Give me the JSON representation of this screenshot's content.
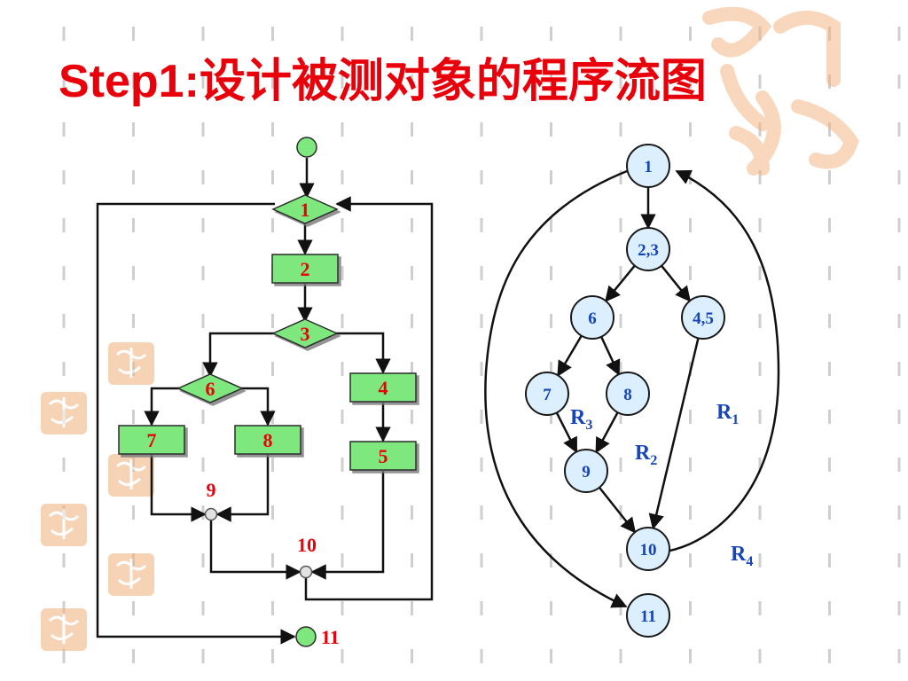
{
  "title": {
    "prefix": "Step1:",
    "text": "设计被测对象的程序流图"
  },
  "colors": {
    "title": "#e8000b",
    "node_fill": "#7ee87e",
    "node_stroke": "#2b2b2b",
    "flow_label": "#e8000b",
    "graph_node_fill": "#dcefff",
    "graph_node_stroke": "#1a1a1a",
    "graph_label": "#1545b8",
    "line": "#111111",
    "dash": "#cfcfcf",
    "seal": "#f1b07c"
  },
  "flowchart": {
    "nodes": [
      {
        "id": "start",
        "shape": "terminal"
      },
      {
        "id": "1",
        "shape": "diamond",
        "label": "1"
      },
      {
        "id": "2",
        "shape": "process",
        "label": "2"
      },
      {
        "id": "3",
        "shape": "diamond",
        "label": "3"
      },
      {
        "id": "4",
        "shape": "process",
        "label": "4"
      },
      {
        "id": "5",
        "shape": "process",
        "label": "5"
      },
      {
        "id": "6",
        "shape": "diamond",
        "label": "6"
      },
      {
        "id": "7",
        "shape": "process",
        "label": "7"
      },
      {
        "id": "8",
        "shape": "process",
        "label": "8"
      },
      {
        "id": "9",
        "shape": "junction",
        "label": "9"
      },
      {
        "id": "10",
        "shape": "junction",
        "label": "10"
      },
      {
        "id": "11",
        "shape": "terminal",
        "label": "11"
      }
    ],
    "edges": [
      [
        "start",
        "1"
      ],
      [
        "1",
        "2"
      ],
      [
        "2",
        "3"
      ],
      [
        "3",
        "6"
      ],
      [
        "3",
        "4"
      ],
      [
        "4",
        "5"
      ],
      [
        "6",
        "7"
      ],
      [
        "6",
        "8"
      ],
      [
        "7",
        "9"
      ],
      [
        "8",
        "9"
      ],
      [
        "9",
        "10"
      ],
      [
        "5",
        "10"
      ],
      [
        "10",
        "1"
      ],
      [
        "1",
        "11"
      ]
    ]
  },
  "flowgraph": {
    "nodes": [
      {
        "id": "1",
        "label": "1"
      },
      {
        "id": "2,3",
        "label": "2,3"
      },
      {
        "id": "6",
        "label": "6"
      },
      {
        "id": "4,5",
        "label": "4,5"
      },
      {
        "id": "7",
        "label": "7"
      },
      {
        "id": "8",
        "label": "8"
      },
      {
        "id": "9",
        "label": "9"
      },
      {
        "id": "10",
        "label": "10"
      },
      {
        "id": "11",
        "label": "11"
      }
    ],
    "edges": [
      [
        "1",
        "2,3"
      ],
      [
        "2,3",
        "6"
      ],
      [
        "2,3",
        "4,5"
      ],
      [
        "6",
        "7"
      ],
      [
        "6",
        "8"
      ],
      [
        "7",
        "9"
      ],
      [
        "8",
        "9"
      ],
      [
        "9",
        "10"
      ],
      [
        "4,5",
        "10"
      ],
      [
        "10",
        "1"
      ],
      [
        "1",
        "11"
      ]
    ],
    "regions": [
      {
        "id": "R1",
        "base": "R",
        "sub": "1"
      },
      {
        "id": "R2",
        "base": "R",
        "sub": "2"
      },
      {
        "id": "R3",
        "base": "R",
        "sub": "3"
      },
      {
        "id": "R4",
        "base": "R",
        "sub": "4"
      }
    ]
  }
}
